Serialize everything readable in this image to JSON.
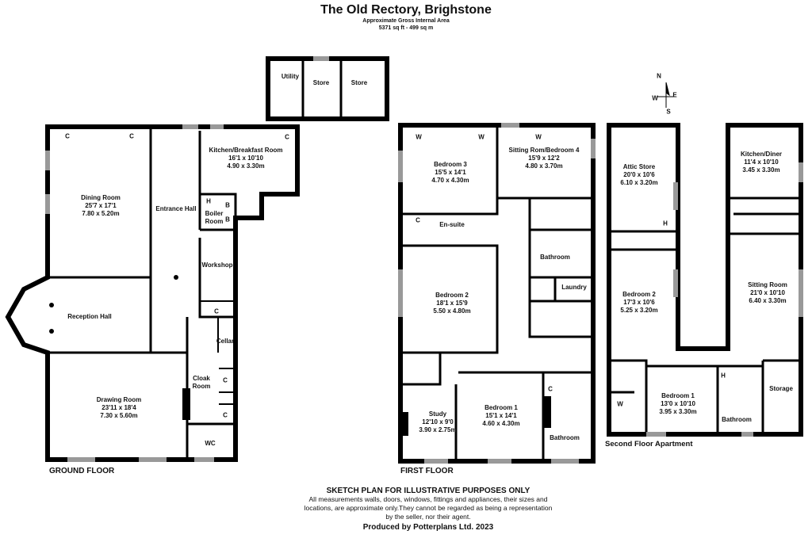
{
  "header": {
    "title": "The Old Rectory, Brighstone",
    "subtitle": "Approximate Gross Internal Area",
    "area": "5371 sq ft - 499 sq m"
  },
  "compass": {
    "n": "N",
    "e": "E",
    "s": "S",
    "w": "W"
  },
  "ground_floor": {
    "label": "GROUND FLOOR",
    "rooms": [
      {
        "name": "Dining Room",
        "imperial": "25'7 x 17'1",
        "metric": "7.80 x 5.20m"
      },
      {
        "name": "Kitchen/Breakfast Room",
        "imperial": "16'1 x 10'10",
        "metric": "4.90 x 3.30m"
      },
      {
        "name": "Entrance Hall"
      },
      {
        "name": "Boiler Room"
      },
      {
        "name": "Utility"
      },
      {
        "name": "Store"
      },
      {
        "name": "Store"
      },
      {
        "name": "Workshop"
      },
      {
        "name": "Reception Hall"
      },
      {
        "name": "Cellar"
      },
      {
        "name": "Cloak Room"
      },
      {
        "name": "Drawing Room",
        "imperial": "23'11 x 18'4",
        "metric": "7.30 x 5.60m"
      },
      {
        "name": "WC"
      }
    ],
    "fixtures": [
      "C",
      "C",
      "C",
      "H",
      "B",
      "B",
      "C",
      "C",
      "C"
    ]
  },
  "first_floor": {
    "label": "FIRST FLOOR",
    "rooms": [
      {
        "name": "Bedroom 3",
        "imperial": "15'5 x 14'1",
        "metric": "4.70 x 4.30m"
      },
      {
        "name": "Sitting Rom/Bedroom 4",
        "imperial": "15'9 x 12'2",
        "metric": "4.80 x 3.70m"
      },
      {
        "name": "En-suite"
      },
      {
        "name": "Bedroom 2",
        "imperial": "18'1 x 15'9",
        "metric": "5.50 x 4.80m"
      },
      {
        "name": "Bathroom"
      },
      {
        "name": "Laundry"
      },
      {
        "name": "Study",
        "imperial": "12'10 x 9'0",
        "metric": "3.90 x 2.75m"
      },
      {
        "name": "Bedroom 1",
        "imperial": "15'1 x 14'1",
        "metric": "4.60 x 4.30m"
      },
      {
        "name": "Bathroom"
      }
    ],
    "fixtures": [
      "W",
      "W",
      "W",
      "C",
      "C"
    ]
  },
  "second_floor": {
    "label": "Second Floor Apartment",
    "rooms": [
      {
        "name": "Attic Store",
        "imperial": "20'0 x 10'6",
        "metric": "6.10 x 3.20m"
      },
      {
        "name": "Kitchen/Diner",
        "imperial": "11'4 x 10'10",
        "metric": "3.45 x 3.30m"
      },
      {
        "name": "Bedroom 2",
        "imperial": "17'3 x 10'6",
        "metric": "5.25 x 3.20m"
      },
      {
        "name": "Sitting Room",
        "imperial": "21'0 x 10'10",
        "metric": "6.40 x 3.30m"
      },
      {
        "name": "Bedroom 1",
        "imperial": "13'0 x 10'10",
        "metric": "3.95 x 3.30m"
      },
      {
        "name": "Bathroom"
      },
      {
        "name": "Storage"
      }
    ],
    "fixtures": [
      "H",
      "H",
      "W"
    ]
  },
  "footer": {
    "disclaimer_title": "SKETCH PLAN FOR ILLUSTRATIVE PURPOSES ONLY",
    "disclaimer_text": "All measurements walls, doors, windows, fittings and appliances, their sizes and locations, are approximate only.They cannot be regarded as being a representation by the seller, nor their agent.",
    "credit": "Produced by Potterplans Ltd. 2023"
  }
}
